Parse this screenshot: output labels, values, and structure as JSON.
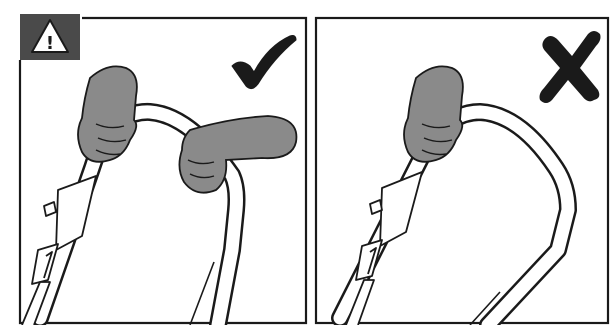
{
  "figure": {
    "warning_badge": {
      "icon": "warning-triangle-icon",
      "symbol": "!",
      "background": "#4a4a4a",
      "foreground": "#ffffff"
    },
    "panels": [
      {
        "id": "correct",
        "verdict_icon": "check-mark-icon",
        "verdict": "correct",
        "hands_on_handle": 2
      },
      {
        "id": "incorrect",
        "verdict_icon": "cross-mark-icon",
        "verdict": "incorrect",
        "hands_on_handle": 1
      }
    ],
    "colors": {
      "line": "#1a1a1a",
      "glove": "#8a8a8a",
      "glove_shadow": "#6f6f6f",
      "mark": "#1a1a1a"
    }
  }
}
